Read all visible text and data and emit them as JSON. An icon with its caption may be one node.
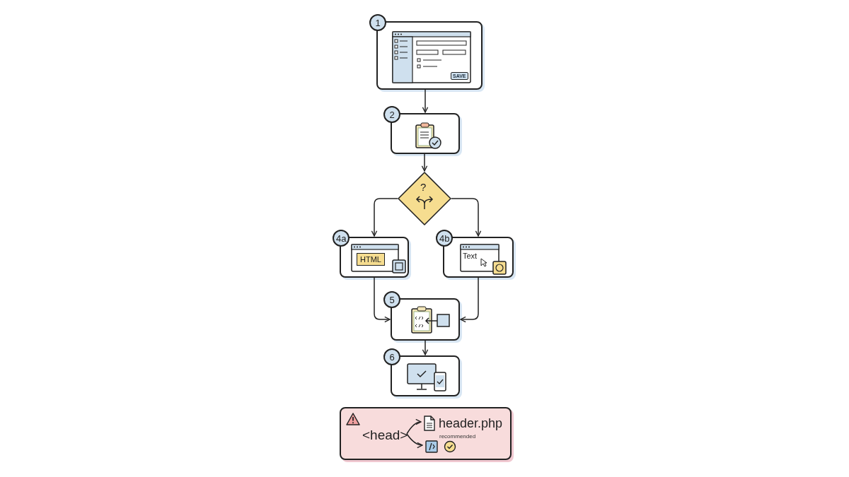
{
  "diagram": {
    "nodes": [
      {
        "text": [
          "1",
          "SAVE"
        ]
      },
      {
        "text": [
          "2"
        ]
      },
      {
        "text": [
          "?"
        ]
      },
      {
        "text": [
          "4a",
          "HTML"
        ]
      },
      {
        "text": [
          "4b",
          "Text"
        ]
      },
      {
        "text": [
          "5"
        ]
      },
      {
        "text": [
          "6"
        ]
      },
      {
        "text": [],
        "shape": "box"
      },
      {
        "text": [
          "<head>"
        ],
        "in": 7
      },
      {
        "text": [
          "header.php"
        ],
        "in": 7
      },
      {
        "text": [],
        "shape": "box",
        "in": 7,
        "beside": [
          "recommended"
        ]
      }
    ],
    "edges": [
      {
        "from": 0,
        "to": 1,
        "arrow": "to"
      },
      {
        "from": 1,
        "to": 2,
        "arrow": "to"
      },
      {
        "from": 2,
        "to": 3,
        "arrow": "to"
      },
      {
        "from": 2,
        "to": 4,
        "arrow": "to"
      },
      {
        "from": 3,
        "to": 5,
        "arrow": "to"
      },
      {
        "from": 4,
        "to": 5,
        "arrow": "to"
      },
      {
        "from": 5,
        "to": 6,
        "arrow": "to"
      },
      {
        "from": 8,
        "to": 9,
        "arrow": "to"
      },
      {
        "from": 8,
        "to": 10,
        "arrow": "to"
      }
    ]
  }
}
